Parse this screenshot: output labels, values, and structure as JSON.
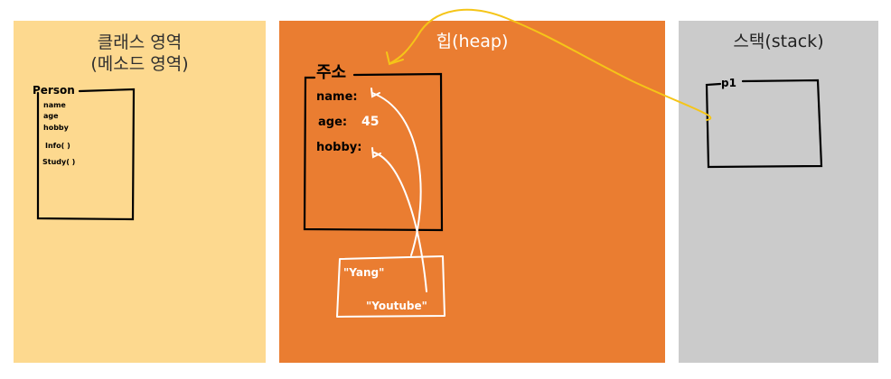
{
  "class_area": {
    "title": "클래스 영역",
    "subtitle": "(메소드 영역)",
    "color": "#fdd98f",
    "class_box": {
      "name": "Person",
      "members": [
        "name",
        "age",
        "hobby",
        "Info( )",
        "Study( )"
      ]
    }
  },
  "heap_area": {
    "title": "힙(heap)",
    "color": "#ea7d31",
    "object": {
      "label": "주소",
      "fields": [
        "name:",
        "age:",
        "hobby:"
      ],
      "age_value": "45"
    },
    "strings": [
      "\"Yang\"",
      "\"Youtube\""
    ]
  },
  "stack_area": {
    "title": "스택(stack)",
    "color": "#cbcbcb",
    "variable": "p1"
  },
  "annotation_colors": {
    "reference_arrow": "#f5c518",
    "heap_arrows": "#ffffff",
    "ink": "#000000"
  }
}
